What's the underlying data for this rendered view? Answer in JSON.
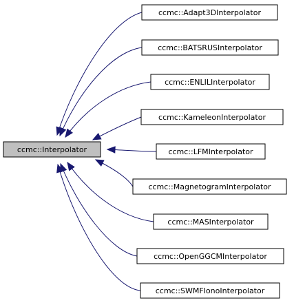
{
  "colors": {
    "edge": "#191970",
    "base_fill": "#bfbfbf",
    "child_fill": "#ffffff",
    "border": "#000000"
  },
  "base": {
    "label": "ccmc::Interpolator"
  },
  "children": [
    {
      "label": "ccmc::Adapt3DInterpolator"
    },
    {
      "label": "ccmc::BATSRUSInterpolator"
    },
    {
      "label": "ccmc::ENLILInterpolator"
    },
    {
      "label": "ccmc::KameleonInterpolator"
    },
    {
      "label": "ccmc::LFMInterpolator"
    },
    {
      "label": "ccmc::MagnetogramInterpolator"
    },
    {
      "label": "ccmc::MASInterpolator"
    },
    {
      "label": "ccmc::OpenGGCMInterpolator"
    },
    {
      "label": "ccmc::SWMFIonoInterpolator"
    }
  ]
}
